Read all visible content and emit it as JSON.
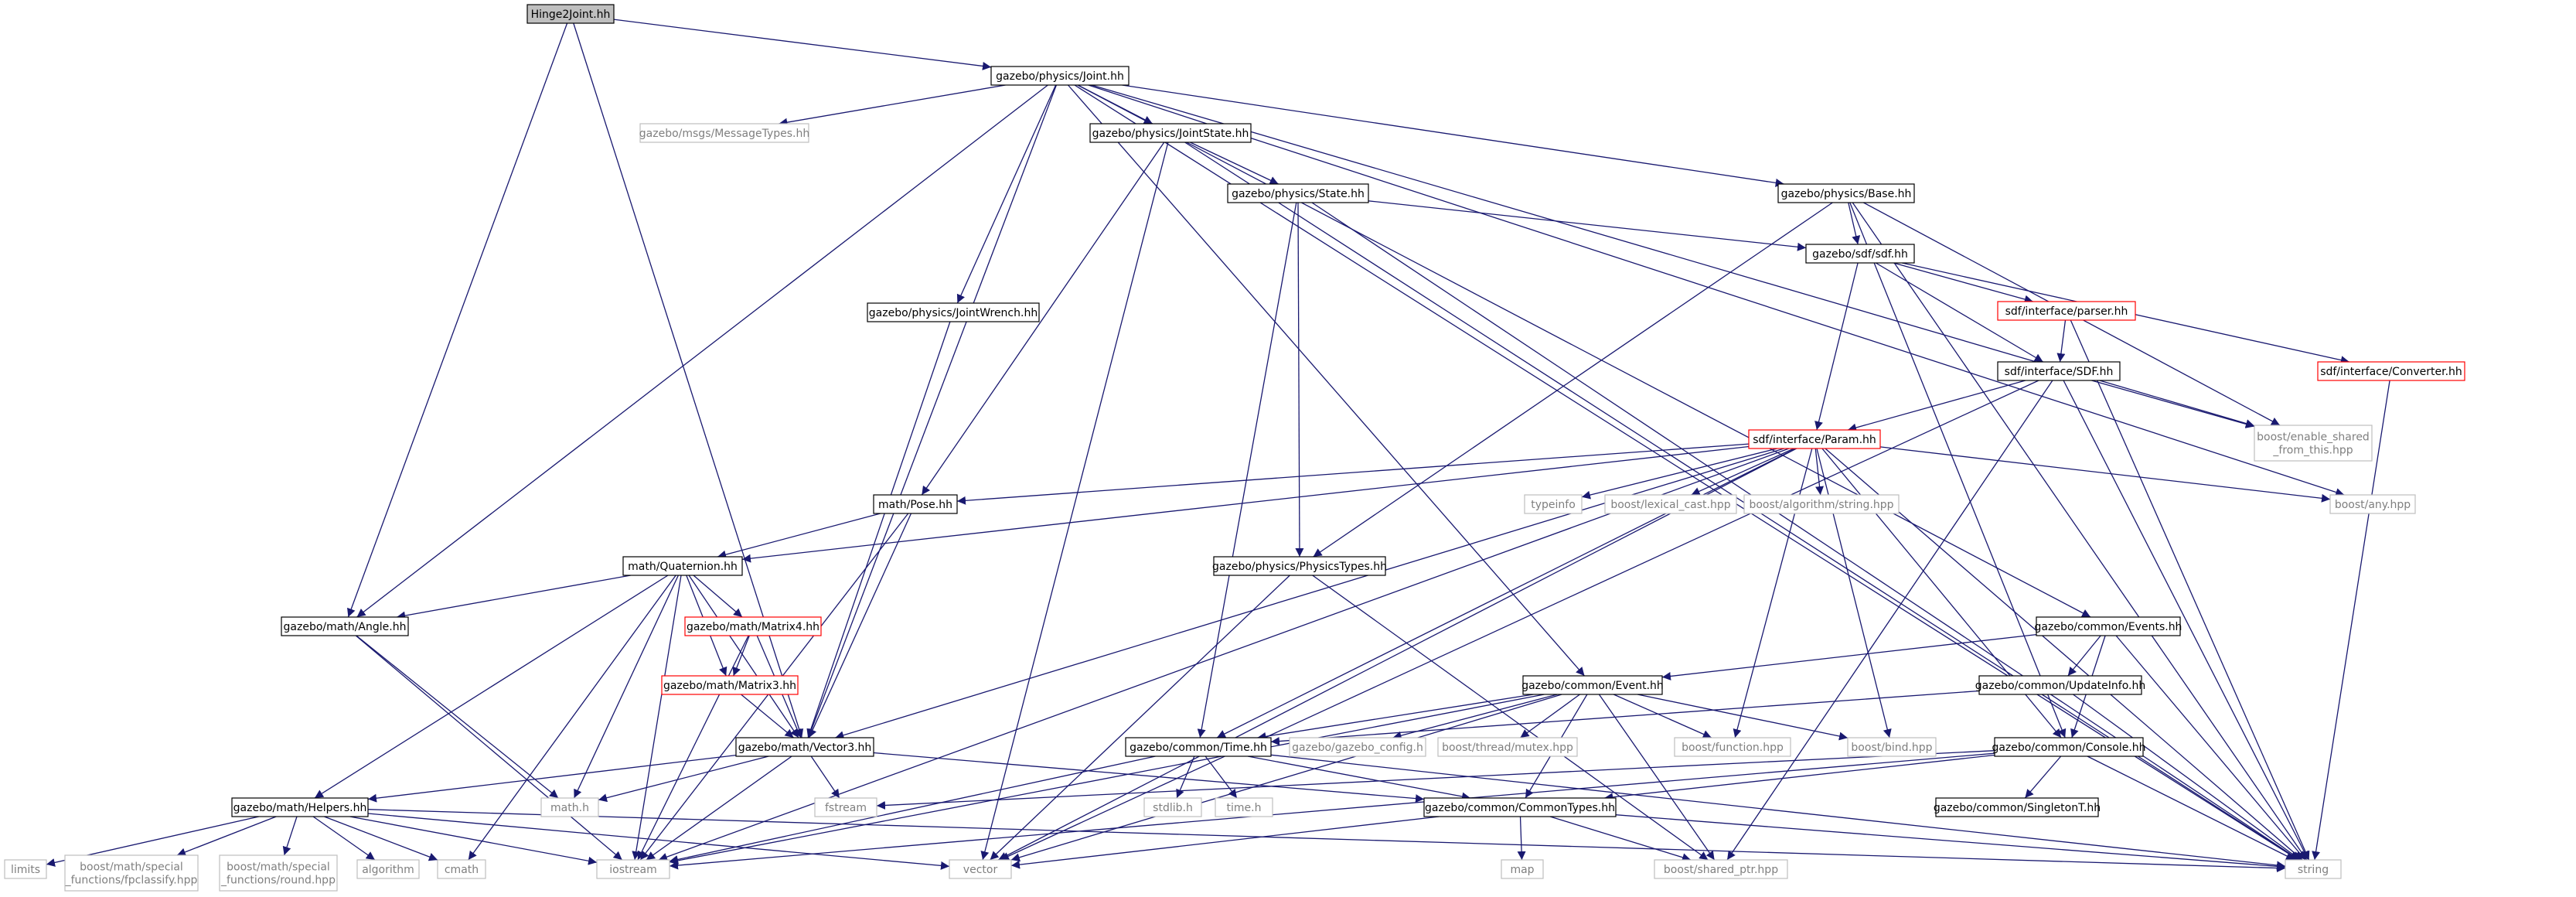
{
  "diagram": {
    "colors": {
      "edge": "#191970",
      "normal_border": "#000000",
      "root_fill": "#bfbfbf",
      "red_border": "#ff0000",
      "missing_border": "#bfbfbf",
      "missing_text": "#7f7f7f",
      "text": "#000000"
    },
    "nodes": [
      {
        "id": "hinge2",
        "label": "Hinge2Joint.hh",
        "style": "root"
      },
      {
        "id": "joint",
        "label": "gazebo/physics/Joint.hh",
        "style": "normal"
      },
      {
        "id": "msgtypes",
        "label": "gazebo/msgs/MessageTypes.hh",
        "style": "missing"
      },
      {
        "id": "jointstate",
        "label": "gazebo/physics/JointState.hh",
        "style": "normal"
      },
      {
        "id": "state",
        "label": "gazebo/physics/State.hh",
        "style": "normal"
      },
      {
        "id": "base",
        "label": "gazebo/physics/Base.hh",
        "style": "normal"
      },
      {
        "id": "sdf",
        "label": "gazebo/sdf/sdf.hh",
        "style": "normal"
      },
      {
        "id": "jointwrench",
        "label": "gazebo/physics/JointWrench.hh",
        "style": "normal"
      },
      {
        "id": "parser",
        "label": "sdf/interface/parser.hh",
        "style": "red"
      },
      {
        "id": "converter",
        "label": "sdf/interface/Converter.hh",
        "style": "red"
      },
      {
        "id": "sdfhh",
        "label": "sdf/interface/SDF.hh",
        "style": "normal"
      },
      {
        "id": "param",
        "label": "sdf/interface/Param.hh",
        "style": "red"
      },
      {
        "id": "enableshared",
        "label": [
          "boost/enable_shared",
          "_from_this.hpp"
        ],
        "style": "missing"
      },
      {
        "id": "pose",
        "label": "math/Pose.hh",
        "style": "normal"
      },
      {
        "id": "typeinfo",
        "label": "typeinfo",
        "style": "missing"
      },
      {
        "id": "lexical",
        "label": "boost/lexical_cast.hpp",
        "style": "missing"
      },
      {
        "id": "algstring",
        "label": "boost/algorithm/string.hpp",
        "style": "missing"
      },
      {
        "id": "boostany",
        "label": "boost/any.hpp",
        "style": "missing"
      },
      {
        "id": "quaternion",
        "label": "math/Quaternion.hh",
        "style": "normal"
      },
      {
        "id": "physicstypes",
        "label": "gazebo/physics/PhysicsTypes.hh",
        "style": "normal"
      },
      {
        "id": "angle",
        "label": "gazebo/math/Angle.hh",
        "style": "normal"
      },
      {
        "id": "matrix4",
        "label": "gazebo/math/Matrix4.hh",
        "style": "red"
      },
      {
        "id": "events",
        "label": "gazebo/common/Events.hh",
        "style": "normal"
      },
      {
        "id": "matrix3",
        "label": "gazebo/math/Matrix3.hh",
        "style": "red"
      },
      {
        "id": "event",
        "label": "gazebo/common/Event.hh",
        "style": "normal"
      },
      {
        "id": "updateinfo",
        "label": "gazebo/common/UpdateInfo.hh",
        "style": "normal"
      },
      {
        "id": "vector3",
        "label": "gazebo/math/Vector3.hh",
        "style": "normal"
      },
      {
        "id": "time",
        "label": "gazebo/common/Time.hh",
        "style": "normal"
      },
      {
        "id": "gazeboconfig",
        "label": "gazebo/gazebo_config.h",
        "style": "missing"
      },
      {
        "id": "mutex",
        "label": "boost/thread/mutex.hpp",
        "style": "missing"
      },
      {
        "id": "function",
        "label": "boost/function.hpp",
        "style": "missing"
      },
      {
        "id": "bind",
        "label": "boost/bind.hpp",
        "style": "missing"
      },
      {
        "id": "console",
        "label": "gazebo/common/Console.hh",
        "style": "normal"
      },
      {
        "id": "helpers",
        "label": "gazebo/math/Helpers.hh",
        "style": "normal"
      },
      {
        "id": "mathh",
        "label": "math.h",
        "style": "missing"
      },
      {
        "id": "fstream",
        "label": "fstream",
        "style": "missing"
      },
      {
        "id": "stdlib",
        "label": "stdlib.h",
        "style": "missing"
      },
      {
        "id": "timeh",
        "label": "time.h",
        "style": "missing"
      },
      {
        "id": "commontypes",
        "label": "gazebo/common/CommonTypes.hh",
        "style": "normal"
      },
      {
        "id": "singleton",
        "label": "gazebo/common/SingletonT.hh",
        "style": "normal"
      },
      {
        "id": "limits",
        "label": "limits",
        "style": "missing"
      },
      {
        "id": "fpclassify",
        "label": [
          "boost/math/special",
          "_functions/fpclassify.hpp"
        ],
        "style": "missing"
      },
      {
        "id": "round",
        "label": [
          "boost/math/special",
          "_functions/round.hpp"
        ],
        "style": "missing"
      },
      {
        "id": "algorithm",
        "label": "algorithm",
        "style": "missing"
      },
      {
        "id": "cmath",
        "label": "cmath",
        "style": "missing"
      },
      {
        "id": "iostream",
        "label": "iostream",
        "style": "missing"
      },
      {
        "id": "vector",
        "label": "vector",
        "style": "missing"
      },
      {
        "id": "map",
        "label": "map",
        "style": "missing"
      },
      {
        "id": "sharedptr",
        "label": "boost/shared_ptr.hpp",
        "style": "missing"
      },
      {
        "id": "string",
        "label": "string",
        "style": "missing"
      }
    ],
    "edges": [
      [
        "hinge2",
        "joint"
      ],
      [
        "hinge2",
        "angle"
      ],
      [
        "hinge2",
        "vector3"
      ],
      [
        "joint",
        "msgtypes"
      ],
      [
        "joint",
        "jointstate"
      ],
      [
        "joint",
        "base"
      ],
      [
        "joint",
        "jointwrench"
      ],
      [
        "joint",
        "angle"
      ],
      [
        "joint",
        "vector3"
      ],
      [
        "joint",
        "event"
      ],
      [
        "joint",
        "events"
      ],
      [
        "joint",
        "boostany"
      ],
      [
        "joint",
        "string"
      ],
      [
        "joint",
        "enableshared"
      ],
      [
        "jointstate",
        "state"
      ],
      [
        "jointstate",
        "pose"
      ],
      [
        "jointstate",
        "vector"
      ],
      [
        "jointstate",
        "string"
      ],
      [
        "state",
        "sdf"
      ],
      [
        "state",
        "time"
      ],
      [
        "state",
        "physicstypes"
      ],
      [
        "state",
        "string"
      ],
      [
        "base",
        "sdf"
      ],
      [
        "base",
        "physicstypes"
      ],
      [
        "base",
        "enableshared"
      ],
      [
        "base",
        "string"
      ],
      [
        "base",
        "console"
      ],
      [
        "sdf",
        "parser"
      ],
      [
        "sdf",
        "converter"
      ],
      [
        "sdf",
        "sdfhh"
      ],
      [
        "sdf",
        "param"
      ],
      [
        "parser",
        "sdfhh"
      ],
      [
        "parser",
        "string"
      ],
      [
        "converter",
        "string"
      ],
      [
        "sdfhh",
        "param"
      ],
      [
        "sdfhh",
        "enableshared"
      ],
      [
        "sdfhh",
        "string"
      ],
      [
        "sdfhh",
        "sharedptr"
      ],
      [
        "sdfhh",
        "vector"
      ],
      [
        "jointwrench",
        "vector3"
      ],
      [
        "param",
        "pose"
      ],
      [
        "param",
        "quaternion"
      ],
      [
        "param",
        "vector3"
      ],
      [
        "param",
        "typeinfo"
      ],
      [
        "param",
        "lexical"
      ],
      [
        "param",
        "algstring"
      ],
      [
        "param",
        "boostany"
      ],
      [
        "param",
        "function"
      ],
      [
        "param",
        "bind"
      ],
      [
        "param",
        "console"
      ],
      [
        "param",
        "time"
      ],
      [
        "param",
        "vector"
      ],
      [
        "param",
        "string"
      ],
      [
        "param",
        "iostream"
      ],
      [
        "pose",
        "quaternion"
      ],
      [
        "pose",
        "vector3"
      ],
      [
        "pose",
        "iostream"
      ],
      [
        "quaternion",
        "angle"
      ],
      [
        "quaternion",
        "matrix4"
      ],
      [
        "quaternion",
        "matrix3"
      ],
      [
        "quaternion",
        "vector3"
      ],
      [
        "quaternion",
        "helpers"
      ],
      [
        "quaternion",
        "mathh"
      ],
      [
        "quaternion",
        "cmath"
      ],
      [
        "quaternion",
        "iostream"
      ],
      [
        "physicstypes",
        "vector"
      ],
      [
        "physicstypes",
        "sharedptr"
      ],
      [
        "angle",
        "mathh"
      ],
      [
        "angle",
        "iostream"
      ],
      [
        "matrix4",
        "matrix3"
      ],
      [
        "matrix4",
        "vector3"
      ],
      [
        "matrix4",
        "iostream"
      ],
      [
        "matrix3",
        "vector3"
      ],
      [
        "events",
        "event"
      ],
      [
        "events",
        "updateinfo"
      ],
      [
        "events",
        "console"
      ],
      [
        "events",
        "string"
      ],
      [
        "event",
        "time"
      ],
      [
        "event",
        "gazeboconfig"
      ],
      [
        "event",
        "mutex"
      ],
      [
        "event",
        "function"
      ],
      [
        "event",
        "bind"
      ],
      [
        "event",
        "commontypes"
      ],
      [
        "event",
        "sharedptr"
      ],
      [
        "event",
        "iostream"
      ],
      [
        "event",
        "vector"
      ],
      [
        "updateinfo",
        "time"
      ],
      [
        "updateinfo",
        "string"
      ],
      [
        "vector3",
        "helpers"
      ],
      [
        "vector3",
        "mathh"
      ],
      [
        "vector3",
        "fstream"
      ],
      [
        "vector3",
        "iostream"
      ],
      [
        "vector3",
        "commontypes"
      ],
      [
        "time",
        "stdlib"
      ],
      [
        "time",
        "timeh"
      ],
      [
        "time",
        "commontypes"
      ],
      [
        "time",
        "iostream"
      ],
      [
        "time",
        "string"
      ],
      [
        "console",
        "fstream"
      ],
      [
        "console",
        "singleton"
      ],
      [
        "console",
        "commontypes"
      ],
      [
        "console",
        "string"
      ],
      [
        "console",
        "iostream"
      ],
      [
        "helpers",
        "limits"
      ],
      [
        "helpers",
        "fpclassify"
      ],
      [
        "helpers",
        "round"
      ],
      [
        "helpers",
        "algorithm"
      ],
      [
        "helpers",
        "cmath"
      ],
      [
        "helpers",
        "iostream"
      ],
      [
        "helpers",
        "vector"
      ],
      [
        "helpers",
        "string"
      ],
      [
        "commontypes",
        "map"
      ],
      [
        "commontypes",
        "sharedptr"
      ],
      [
        "commontypes",
        "vector"
      ],
      [
        "commontypes",
        "string"
      ]
    ]
  }
}
